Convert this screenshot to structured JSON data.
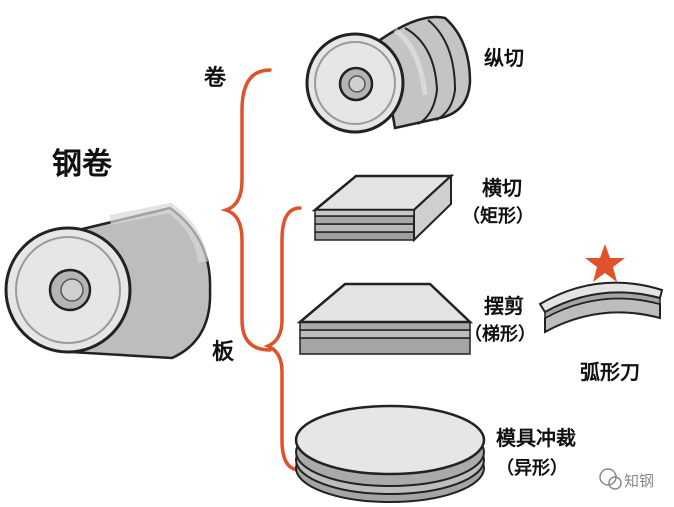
{
  "labels": {
    "steel_coil": "钢卷",
    "coil_branch": "卷",
    "plate_branch": "板",
    "slitting": "纵切",
    "cross_cut_line1": "横切",
    "cross_cut_line2": "（矩形）",
    "swing_shear_line1": "摆剪",
    "swing_shear_line2": "（梯形）",
    "arc_blade": "弧形刀",
    "die_blanking_line1": "模具冲裁",
    "die_blanking_line2": "（异形）"
  },
  "watermark": "知钢",
  "colors": {
    "bracket": "#e0522a",
    "star": "#e0522a",
    "steel_light": "#e6e6e6",
    "steel_mid": "#c9c9c9",
    "steel_dark": "#9e9e9e",
    "outline": "#222222"
  }
}
